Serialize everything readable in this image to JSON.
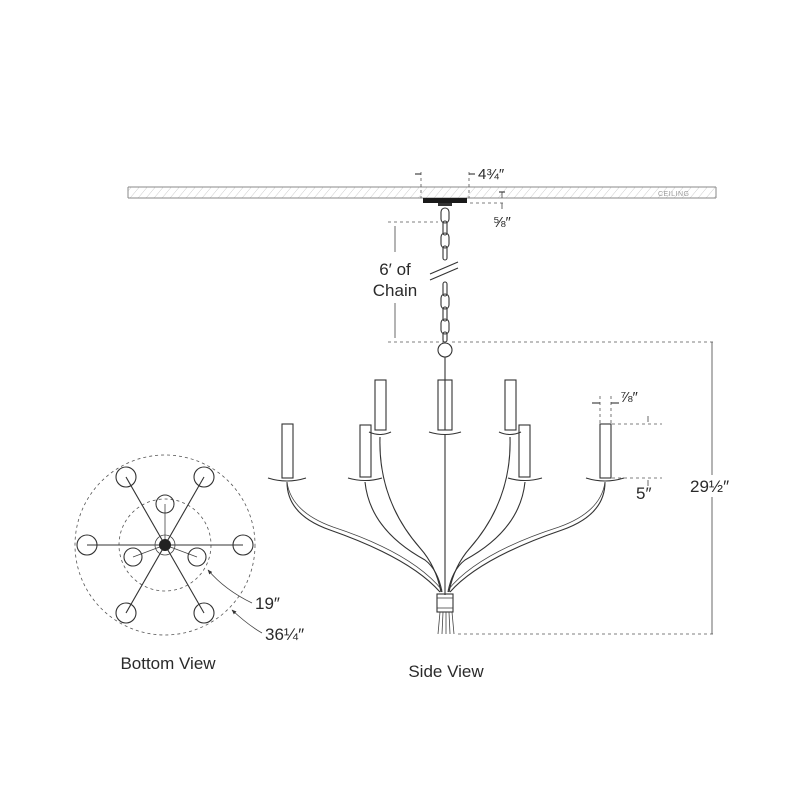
{
  "labels": {
    "ceiling": "CEILING",
    "canopy_width": "4¾″",
    "canopy_height": "⅝″",
    "chain_line1": "6′ of",
    "chain_line2": "Chain",
    "candle_width": "⅞″",
    "candle_height": "5″",
    "overall_height": "29½″",
    "inner_diameter": "19″",
    "outer_diameter": "36¼″",
    "bottom_view": "Bottom View",
    "side_view": "Side View"
  }
}
